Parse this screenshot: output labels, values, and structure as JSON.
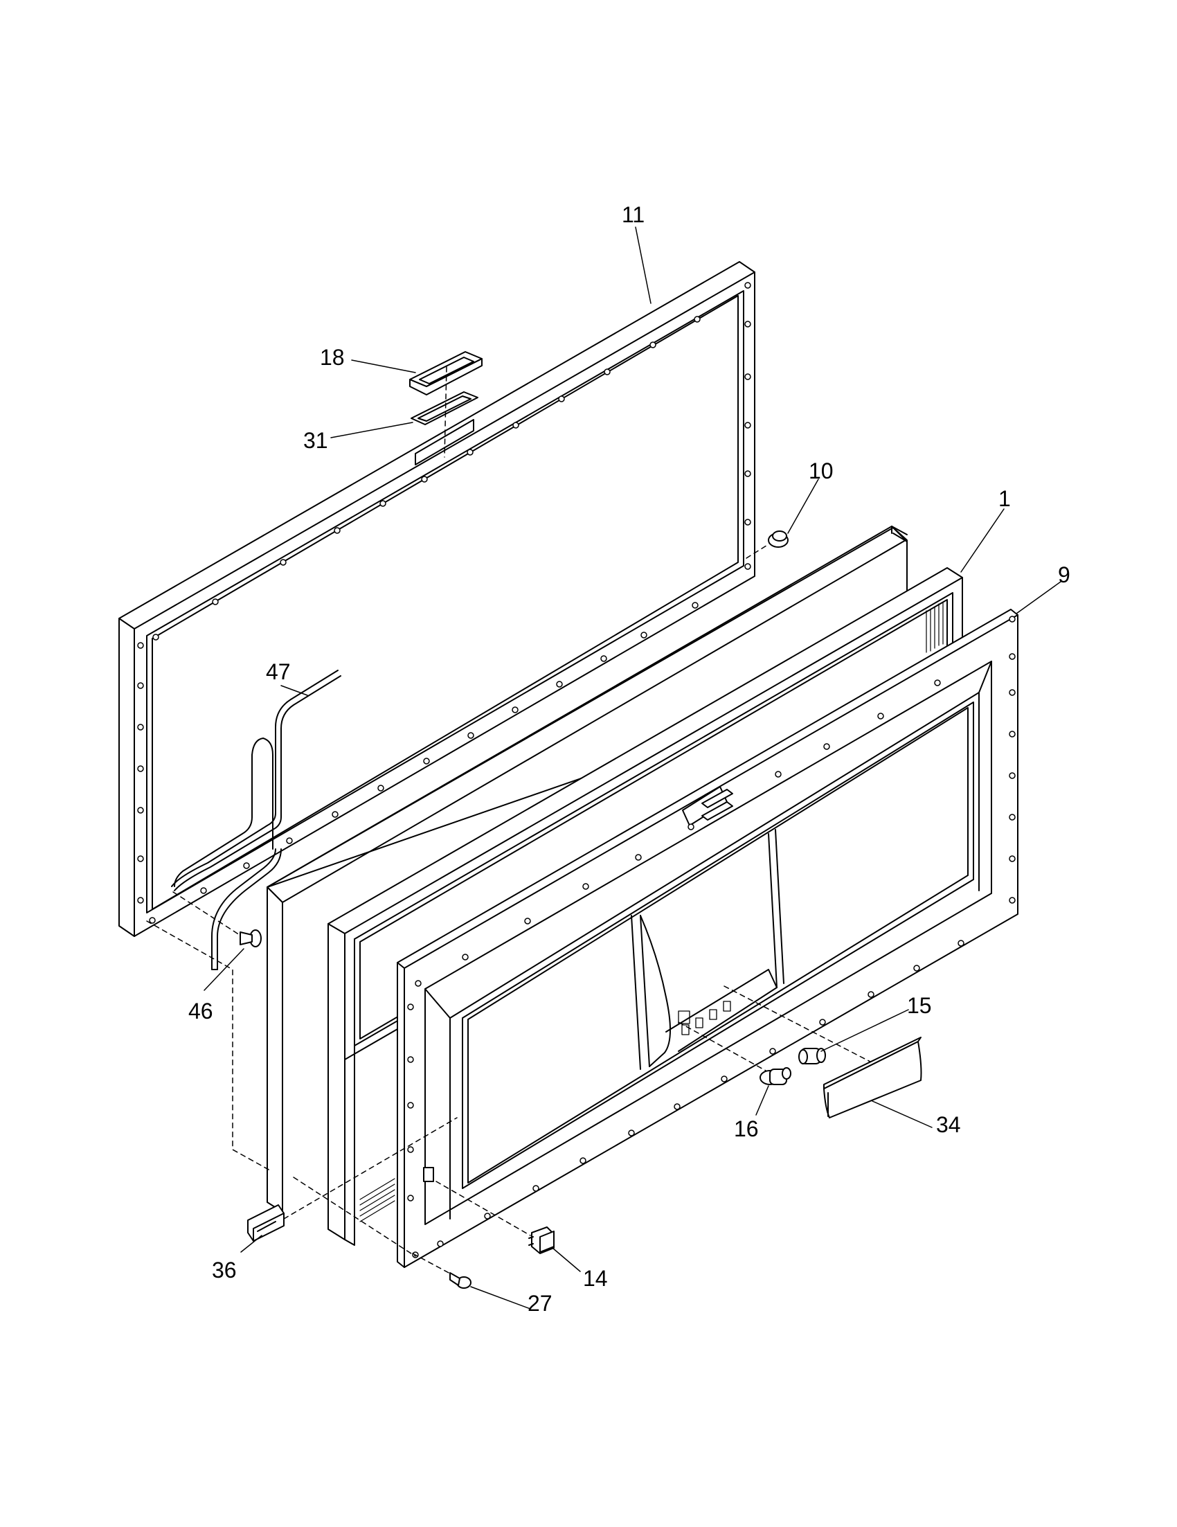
{
  "diagram": {
    "type": "exploded parts diagram",
    "line_color": "#000000",
    "background": "#ffffff",
    "callouts": {
      "p1": "1",
      "p9": "9",
      "p10": "10",
      "p11": "11",
      "p14": "14",
      "p15": "15",
      "p16": "16",
      "p18": "18",
      "p27": "27",
      "p31": "31",
      "p34": "34",
      "p36": "36",
      "p46": "46",
      "p47": "47"
    }
  }
}
